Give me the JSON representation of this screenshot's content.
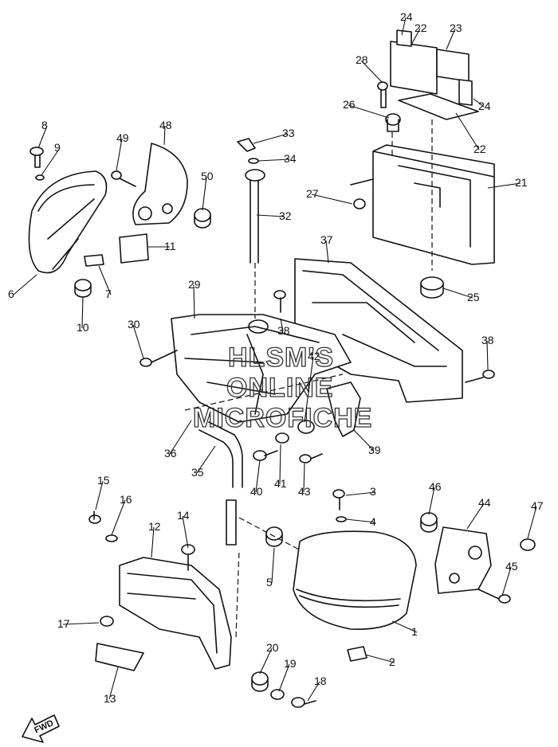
{
  "watermark": [
    "HLSM'S",
    "ONLINE",
    "MICROFICHE"
  ],
  "direction_arrow": "FWD",
  "callouts": [
    "1",
    "2",
    "3",
    "4",
    "5",
    "6",
    "7",
    "8",
    "9",
    "10",
    "11",
    "12",
    "13",
    "14",
    "15",
    "16",
    "17",
    "18",
    "19",
    "20",
    "21",
    "22",
    "22",
    "23",
    "24",
    "24",
    "25",
    "26",
    "27",
    "28",
    "29",
    "30",
    "32",
    "33",
    "34",
    "35",
    "36",
    "37",
    "38",
    "38",
    "39",
    "40",
    "41",
    "42",
    "43",
    "44",
    "45",
    "46",
    "47",
    "48",
    "49",
    "50"
  ],
  "icons": [
    "side-cover",
    "battery-box",
    "air-filter-case",
    "bracket",
    "bolt",
    "washer",
    "grommet",
    "hose"
  ]
}
